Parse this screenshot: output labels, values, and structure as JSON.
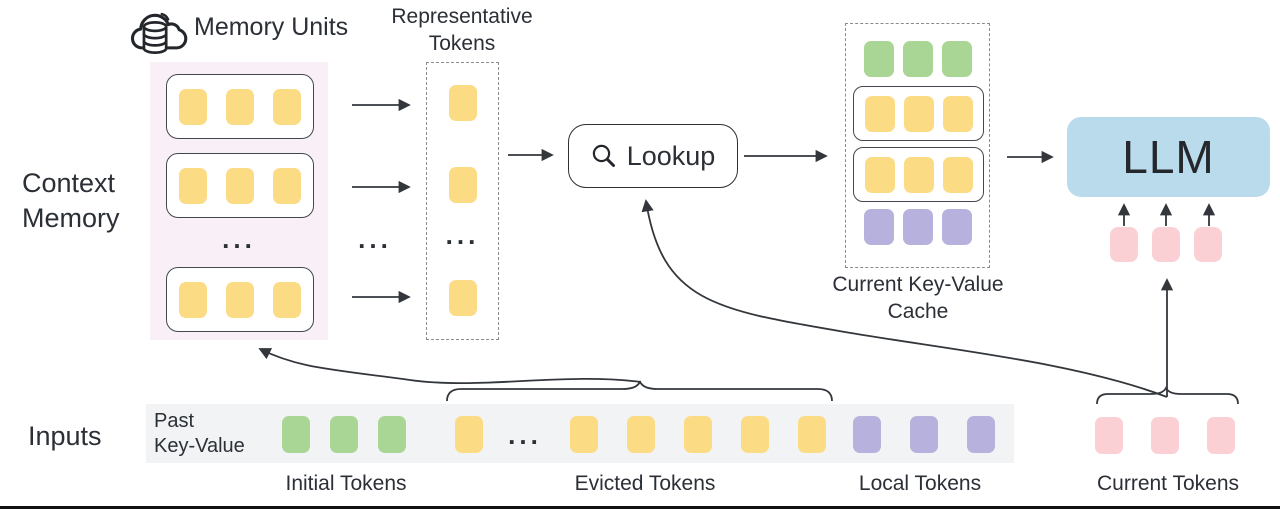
{
  "colors": {
    "yellow": "#fbdc85",
    "green": "#a9d694",
    "purple": "#b6b2dd",
    "pink": "#fbd0d5",
    "blue": "#b9dbec",
    "memory_bg": "#f9eff7",
    "strip_bg": "#f1f3f4",
    "stroke": "#33373c"
  },
  "context_memory": {
    "title_line1": "Context",
    "title_line2": "Memory",
    "units_label": "Memory Units",
    "ellipsis": "..."
  },
  "representative": {
    "title_line1": "Representative",
    "title_line2": "Tokens",
    "ellipsis": "...",
    "column_ellipsis": "..."
  },
  "lookup": {
    "label": "Lookup"
  },
  "cache": {
    "title_line1": "Current Key-Value",
    "title_line2": "Cache"
  },
  "llm": {
    "label": "LLM"
  },
  "inputs": {
    "label": "Inputs",
    "past_kv_line1": "Past",
    "past_kv_line2": "Key-Value",
    "ellipsis": "...",
    "group_labels": {
      "initial": "Initial Tokens",
      "evicted": "Evicted Tokens",
      "local": "Local Tokens",
      "current": "Current Tokens"
    }
  },
  "token_groups": {
    "memory_row": {
      "count": 3,
      "color": "yellow"
    },
    "rep_single": {
      "count": 1,
      "color": "yellow"
    },
    "cache_green": {
      "count": 3,
      "color": "green"
    },
    "cache_yellow": {
      "count": 3,
      "color": "yellow"
    },
    "cache_purple": {
      "count": 3,
      "color": "purple"
    },
    "llm_input": {
      "count": 3,
      "color": "pink"
    },
    "initial": {
      "count": 3,
      "color": "green"
    },
    "evicted_first": {
      "count": 1,
      "color": "yellow"
    },
    "evicted_rest": {
      "count": 5,
      "color": "yellow"
    },
    "local": {
      "count": 3,
      "color": "purple"
    },
    "current": {
      "count": 3,
      "color": "pink"
    }
  }
}
